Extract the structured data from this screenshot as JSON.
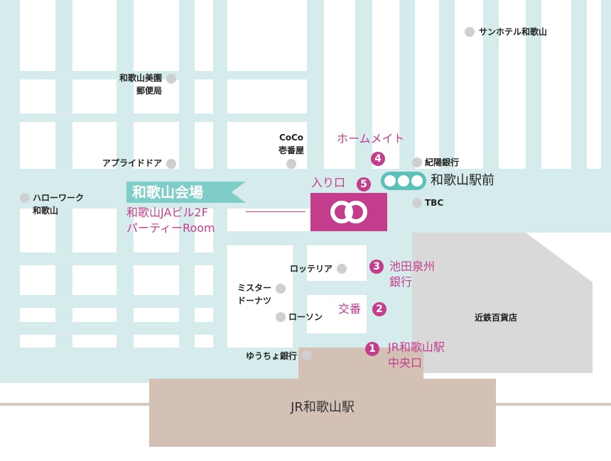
{
  "venue": {
    "banner": "和歌山会場",
    "name_line1": "和歌山JAビル2F",
    "name_line2": "パーティーRoom"
  },
  "markers": [
    {
      "num": "1",
      "label_line1": "JR和歌山駅",
      "label_line2": "中央口"
    },
    {
      "num": "2",
      "label_line1": "交番",
      "label_line2": ""
    },
    {
      "num": "3",
      "label_line1": "池田泉州",
      "label_line2": "銀行"
    },
    {
      "num": "4",
      "label_line1": "ホームメイト",
      "label_line2": ""
    },
    {
      "num": "5",
      "label_line1": "入り口",
      "label_line2": ""
    }
  ],
  "bus_stop": {
    "label": "和歌山駅前"
  },
  "landmarks": {
    "sun_hotel": "サンホテル和歌山",
    "post_office_1": "和歌山美園",
    "post_office_2": "郵便局",
    "coco_1": "CoCo",
    "coco_2": "壱番屋",
    "kiyo_bank": "紀陽銀行",
    "apply_door": "アプライドドア",
    "hello_work_1": "ハローワーク",
    "hello_work_2": "和歌山",
    "tbc": "TBC",
    "lotteria": "ロッテリア",
    "misdo_1": "ミスター",
    "misdo_2": "ドーナツ",
    "lawson": "ローソン",
    "yucho": "ゆうちょ銀行",
    "kintetsu": "近鉄百貨店",
    "jr_station": "JR和歌山駅"
  },
  "colors": {
    "road": "#d6ecec",
    "accent": "#c43d8c",
    "teal": "#7ecdc8",
    "bus": "#5cc2b9",
    "dept_store": "#d9d9d9",
    "station": "#d4c1b6"
  }
}
